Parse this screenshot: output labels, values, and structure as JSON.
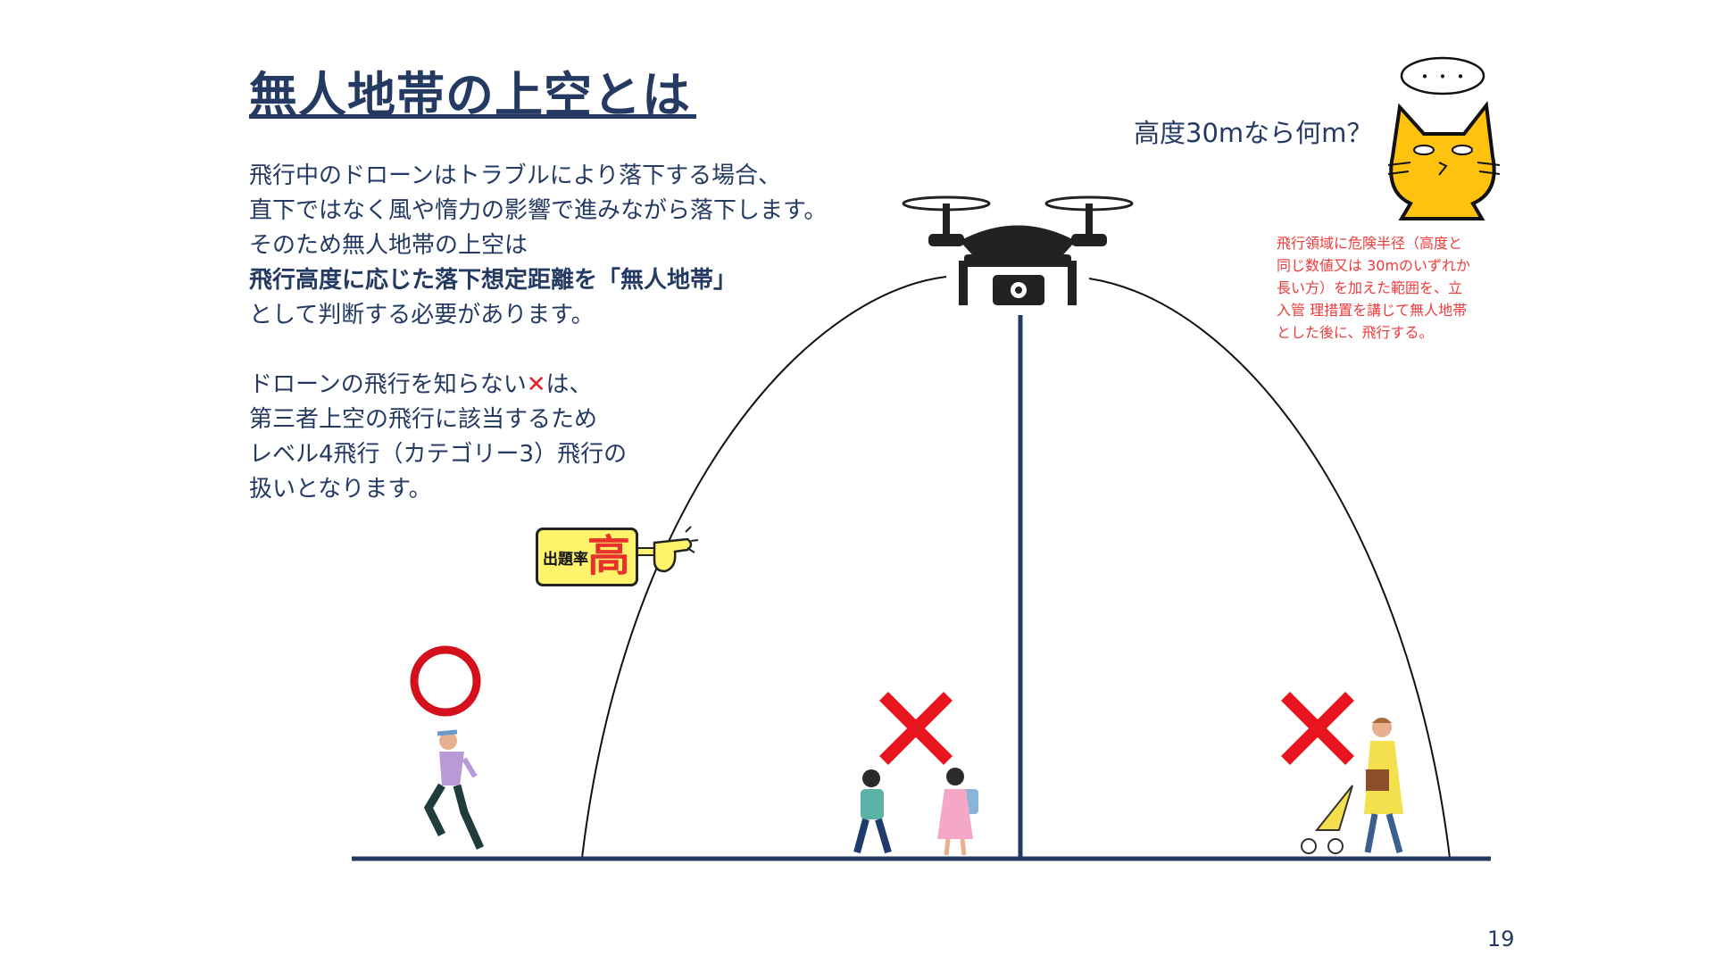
{
  "title": "無人地帯の上空とは",
  "paragraph1": {
    "line1": "飛行中のドローンはトラブルにより落下する場合、",
    "line2": "直下ではなく風や惰力の影響で進みながら落下します。",
    "line3": "そのため無人地帯の上空は",
    "line4_bold": "飛行高度に応じた落下想定距離を「無人地帯」",
    "line5": "として判断する必要があります。"
  },
  "paragraph2": {
    "line1_before": "ドローンの飛行を知らない",
    "line1_mark": "✕",
    "line1_after": "は、",
    "line2": "第三者上空の飛行に該当するため",
    "line3": "レベル4飛行（カテゴリー3）飛行の",
    "line4": "扱いとなります。"
  },
  "question": "高度30mなら何m？",
  "thought_bubble": "・・・",
  "note": {
    "line1": "飛行領域に危険半径（高度と",
    "line2": "同じ数値又は 30mのいずれか",
    "line3": "長い方）を加えた範囲を、立",
    "line4": "入管 理措置を講じて無人地帯",
    "line5": "とした後に、飛行する。"
  },
  "badge": {
    "small": "出題率",
    "big": "高"
  },
  "page_number": "19",
  "colors": {
    "navy": "#253a62",
    "red": "#e8141e",
    "note_red": "#f03a3a",
    "cat_yellow": "#ffc20e",
    "badge_yellow": "#fff36b"
  }
}
